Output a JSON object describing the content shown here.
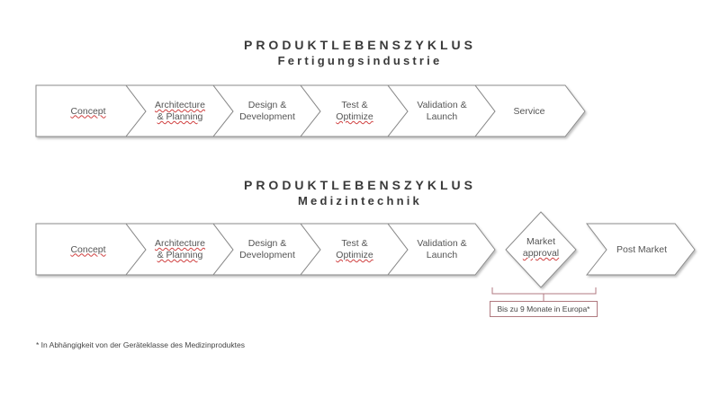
{
  "diagram1": {
    "title": "PRODUKTLEBENSZYKLUS",
    "subtitle": "Fertigungsindustrie",
    "steps": [
      {
        "line1": "Concept",
        "line2": ""
      },
      {
        "line1": "Architecture",
        "line2": "& Planning"
      },
      {
        "line1": "Design &",
        "line2": "Development"
      },
      {
        "line1": "Test &",
        "line2": "Optimize"
      },
      {
        "line1": "Validation &",
        "line2": "Launch"
      },
      {
        "line1": "Service",
        "line2": ""
      }
    ]
  },
  "diagram2": {
    "title": "PRODUKTLEBENSZYKLUS",
    "subtitle": "Medizintechnik",
    "steps": [
      {
        "line1": "Concept",
        "line2": ""
      },
      {
        "line1": "Architecture",
        "line2": "& Planning"
      },
      {
        "line1": "Design &",
        "line2": "Development"
      },
      {
        "line1": "Test &",
        "line2": "Optimize"
      },
      {
        "line1": "Validation &",
        "line2": "Launch"
      }
    ],
    "decision": {
      "line1": "Market",
      "line2": "approval"
    },
    "final_step": "Post Market",
    "bracket_label": "Bis zu  9 Monate in Europa*"
  },
  "footnote": "* In Abhängigkeit von  der Geräteklasse des Medizinproduktes",
  "colors": {
    "shape_stroke": "#8a8a8a",
    "shape_fill": "#ffffff",
    "shadow": "#cfcfcf",
    "bracket": "#b07a80",
    "title_text": "#3a3a3a"
  }
}
